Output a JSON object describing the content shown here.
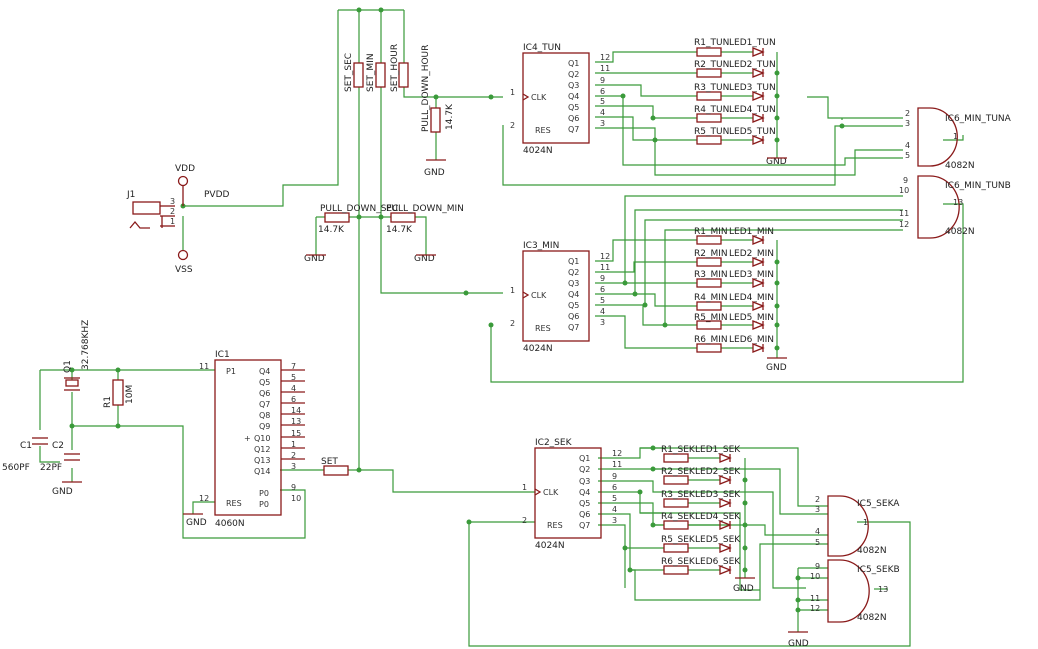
{
  "chips": {
    "ic4": {
      "name": "IC4_TUN",
      "value": "4024N"
    },
    "ic3": {
      "name": "IC3_MIN",
      "value": "4024N"
    },
    "ic2": {
      "name": "IC2_SEK",
      "value": "4024N"
    },
    "ic1": {
      "name": "IC1",
      "value": "4060N"
    },
    "ic6a": {
      "name": "IC6_MIN_TUNA",
      "value": "4082N"
    },
    "ic6b": {
      "name": "IC6_MIN_TUNB",
      "value": "4082N"
    },
    "ic5a": {
      "name": "IC5_SEKA",
      "value": "4082N"
    },
    "ic5b": {
      "name": "IC5_SEKB",
      "value": "4082N"
    }
  },
  "counter_pins": {
    "clk": "CLK",
    "res": "RES",
    "q": [
      "Q1",
      "Q2",
      "Q3",
      "Q4",
      "Q5",
      "Q6",
      "Q7"
    ],
    "qn": [
      "12",
      "11",
      "9",
      "6",
      "5",
      "4",
      "3"
    ],
    "clk_n": "1",
    "res_n": "2"
  },
  "ic1_pins": {
    "p1": "P1",
    "p1_n": "11",
    "res": "RES",
    "res_n": "12",
    "q": [
      "Q4",
      "Q5",
      "Q6",
      "Q7",
      "Q8",
      "Q9",
      "Q10",
      "Q12",
      "Q13",
      "Q14"
    ],
    "qn": [
      "7",
      "5",
      "4",
      "6",
      "14",
      "13",
      "15",
      "1",
      "2",
      "3"
    ],
    "p0": [
      "P0",
      "P0"
    ],
    "p0n": [
      "9",
      "10"
    ]
  },
  "gate_pins": {
    "ic6a": {
      "in": [
        "2",
        "3",
        "4",
        "5"
      ],
      "out": "1"
    },
    "ic6b": {
      "in": [
        "9",
        "10",
        "11",
        "12"
      ],
      "out": "13"
    },
    "ic5a": {
      "in": [
        "2",
        "3",
        "4",
        "5"
      ],
      "out": "1"
    },
    "ic5b": {
      "in": [
        "9",
        "10",
        "11",
        "12"
      ],
      "out": "13"
    }
  },
  "tun_res": [
    "R1_TUN",
    "R2_TUN",
    "R3_TUN",
    "R4_TUN",
    "R5_TUN"
  ],
  "tun_led": [
    "LED1_TUN",
    "LED2_TUN",
    "LED3_TUN",
    "LED4_TUN",
    "LED5_TUN"
  ],
  "min_res": [
    "R1_MIN",
    "R2_MIN",
    "R3_MIN",
    "R4_MIN",
    "R5_MIN",
    "R6_MIN"
  ],
  "min_led": [
    "LED1_MIN",
    "LED2_MIN",
    "LED3_MIN",
    "LED4_MIN",
    "LED5_MIN",
    "LED6_MIN"
  ],
  "sek_res": [
    "R1_SEK",
    "R2_SEK",
    "R3_SEK",
    "R4_SEK",
    "R5_SEK",
    "R6_SEK"
  ],
  "sek_led": [
    "LED1_SEK",
    "LED2_SEK",
    "LED3_SEK",
    "LED4_SEK",
    "LED5_SEK",
    "LED6_SEK"
  ],
  "labels": {
    "vdd": "VDD",
    "vss": "VSS",
    "pvdd": "PVDD",
    "j1": "J1",
    "j1_pins": [
      "3",
      "2",
      "1"
    ],
    "set_sec": "SET_SEC",
    "set_min": "SET_MIN",
    "set_hour": "SET_HOUR",
    "pd_hour": "PULL_DOWN_HOUR",
    "pd_sec": "PULL_DOWN_SEC",
    "pd_min": "PULL_DOWN_MIN",
    "r_val": "14.7K",
    "gnd": "GND",
    "set": "SET",
    "q1": "Q1",
    "xtal": "32.768KHZ",
    "r1": "R1",
    "r1_val": "10M",
    "c1": "C1",
    "c1_val": "560PF",
    "c2": "C2",
    "c2_val": "22PF"
  }
}
